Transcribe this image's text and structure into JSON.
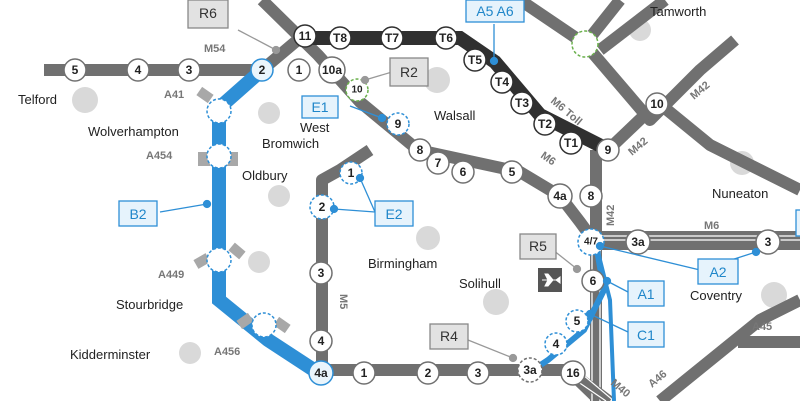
{
  "map": {
    "colors": {
      "motorway": "#707070",
      "toll": "#303030",
      "blue": "#2e8fd6",
      "callout_bg": "#e6f3fc",
      "town_dot": "#d9d9d9",
      "junction_fill": "#ffffff"
    },
    "towns": {
      "telford": "Telford",
      "wolverhampton": "Wolverhampton",
      "west_bromwich_line1": "West",
      "west_bromwich_line2": "Bromwich",
      "oldbury": "Oldbury",
      "walsall": "Walsall",
      "tamworth": "Tamworth",
      "nuneaton": "Nuneaton",
      "birmingham": "Birmingham",
      "solihull": "Solihull",
      "coventry": "Coventry",
      "stourbridge": "Stourbridge",
      "kidderminster": "Kidderminster"
    },
    "roads": {
      "m54": "M54",
      "a41": "A41",
      "a454": "A454",
      "a449": "A449",
      "a456": "A456",
      "m6_toll": "M6 Toll",
      "m6_mid": "M6",
      "m6_east": "M6",
      "m42_top": "M42",
      "m42_mid": "M42",
      "m42_vert": "M42",
      "m5": "M5",
      "m40": "M40",
      "a46": "A46",
      "a45": "A45"
    },
    "junctions": {
      "m54_5": "5",
      "m54_4": "4",
      "m54_3": "3",
      "m54_2": "2",
      "m6_1": "1",
      "m6_10a": "10a",
      "m6_10": "10",
      "m6_9": "9",
      "m6_8": "8",
      "m6_7": "7",
      "m6_6": "6",
      "m6_5": "5",
      "m6_4a": "4a",
      "m42_8": "8",
      "m6_4_7": "4/7",
      "m6_3a": "3a",
      "m6_3": "3",
      "t_11": "11",
      "t_t8": "T8",
      "t_t7": "T7",
      "t_t6": "T6",
      "t_t5": "T5",
      "t_t4": "T4",
      "t_t3": "T3",
      "t_t2": "T2",
      "t_t1": "T1",
      "m42_9": "9",
      "m42_10": "10",
      "m42_6": "6",
      "m42_5": "5",
      "m42_4": "4",
      "m42_3a": "3a",
      "m40_16": "16",
      "m5_1": "1",
      "m5_2": "2",
      "m5_3": "3",
      "m5_4": "4",
      "m5_4a": "4a",
      "m42w_1": "1",
      "m42w_2": "2",
      "m42w_3": "3"
    },
    "callouts": {
      "a5a6": "A5 A6",
      "e1": "E1",
      "b2": "B2",
      "e2": "E2",
      "a1": "A1",
      "a2": "A2",
      "c1": "C1"
    },
    "gray_boxes": {
      "r6": "R6",
      "r2": "R2",
      "r5": "R5",
      "r4": "R4"
    },
    "icons": {
      "airport": "airport-icon"
    }
  }
}
